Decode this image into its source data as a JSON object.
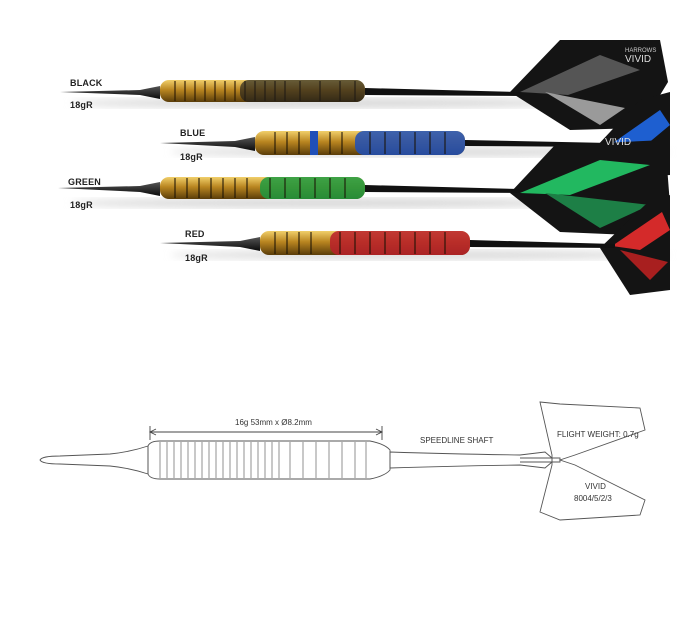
{
  "brand": {
    "maker": "HARROWS",
    "name": "VIVID"
  },
  "darts": [
    {
      "color_name": "BLACK",
      "weight": "18gR",
      "accent": "#3a3a3a",
      "flight": "#1a1a1a",
      "flight_accent": "#b8b8b8"
    },
    {
      "color_name": "BLUE",
      "weight": "18gR",
      "accent": "#1f4fb8",
      "flight": "#1a1a1a",
      "flight_accent": "#2f7fe0"
    },
    {
      "color_name": "GREEN",
      "weight": "18gR",
      "accent": "#1f9a3f",
      "flight": "#1a1a1a",
      "flight_accent": "#2fd07a"
    },
    {
      "color_name": "RED",
      "weight": "18gR",
      "accent": "#b81f2a",
      "flight": "#1a1a1a",
      "flight_accent": "#e03a3a"
    }
  ],
  "diagram": {
    "barrel_dimensions": "16g 53mm x Ø8.2mm",
    "shaft_label": "SPEEDLINE SHAFT",
    "flight_weight": "FLIGHT WEIGHT: 0.7g",
    "flight_name": "VIVID",
    "flight_code": "8004/5/2/3"
  }
}
